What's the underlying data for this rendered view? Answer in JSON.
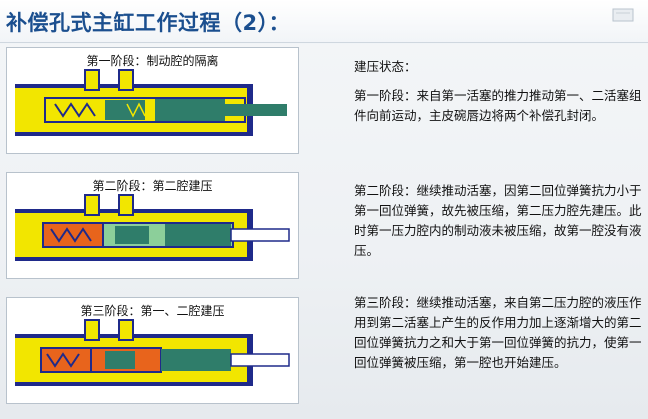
{
  "slide": {
    "title": "补偿孔式主缸工作过程（2）："
  },
  "stages": [
    {
      "label": "第一阶段：制动腔的隔离"
    },
    {
      "label": "第二阶段：第二腔建压"
    },
    {
      "label": "第三阶段：第一、二腔建压"
    }
  ],
  "status_heading": "建压状态：",
  "descriptions": [
    "第一阶段：来自第一活塞的推力推动第一、二活塞组件向前运动，主皮碗唇边将两个补偿孔封闭。",
    "第二阶段：继续推动活塞，因第二回位弹簧抗力小于第一回位弹簧，故先被压缩，第二压力腔先建压。此时第一压力腔内的制动液未被压缩，故第一腔没有液压。",
    "第三阶段：继续推动活塞，来自第二压力腔的液压作用到第二活塞上产生的反作用力加上逐渐增大的第二回位弹簧抗力之和大于第一回位弹簧的抗力，使第一回位弹簧被压缩，第一腔也开始建压。"
  ],
  "colors": {
    "title": "#1b4f8f",
    "body_yellow": "#f2e600",
    "cylinder_blue": "#1f2a8a",
    "piston_green": "#2f7d6a",
    "pressure_orange": "#e8641c",
    "fluid_light_green": "#8ccf9a"
  }
}
